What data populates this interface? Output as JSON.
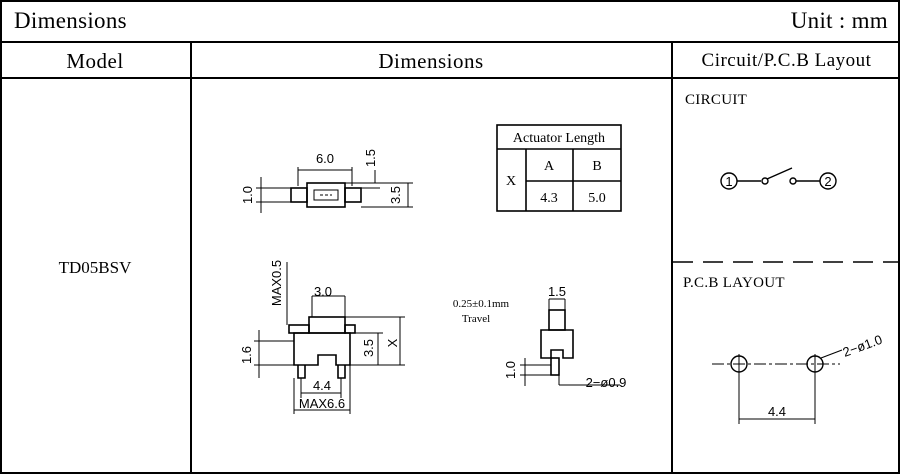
{
  "header": {
    "title": "Dimensions",
    "unit": "Unit : mm"
  },
  "columns": {
    "model": "Model",
    "dimensions": "Dimensions",
    "layout": "Circuit/P.C.B Layout"
  },
  "model": {
    "name": "TD05BSV"
  },
  "actuator_table": {
    "title": "Actuator  Length",
    "row_label": "X",
    "col_a": "A",
    "col_b": "B",
    "val_a": "4.3",
    "val_b": "5.0"
  },
  "top_view": {
    "width": "6.0",
    "tab": "1.5",
    "slot": "1.0",
    "height": "3.5"
  },
  "side_view": {
    "max_top": "MAX0.5",
    "top": "3.0",
    "left": "1.6",
    "mid": "3.5",
    "x": "X",
    "pitch": "4.4",
    "max_width": "MAX6.6"
  },
  "end_view": {
    "travel_value": "0.25±0.1mm",
    "travel_label": "Travel",
    "top": "1.5",
    "lead": "1.0",
    "hole": "2−ø0.9"
  },
  "circuit": {
    "label": "CIRCUIT",
    "node1": "1",
    "node2": "2"
  },
  "pcb": {
    "label": "P.C.B LAYOUT",
    "holes": "2−ø1.0",
    "pitch": "4.4"
  }
}
